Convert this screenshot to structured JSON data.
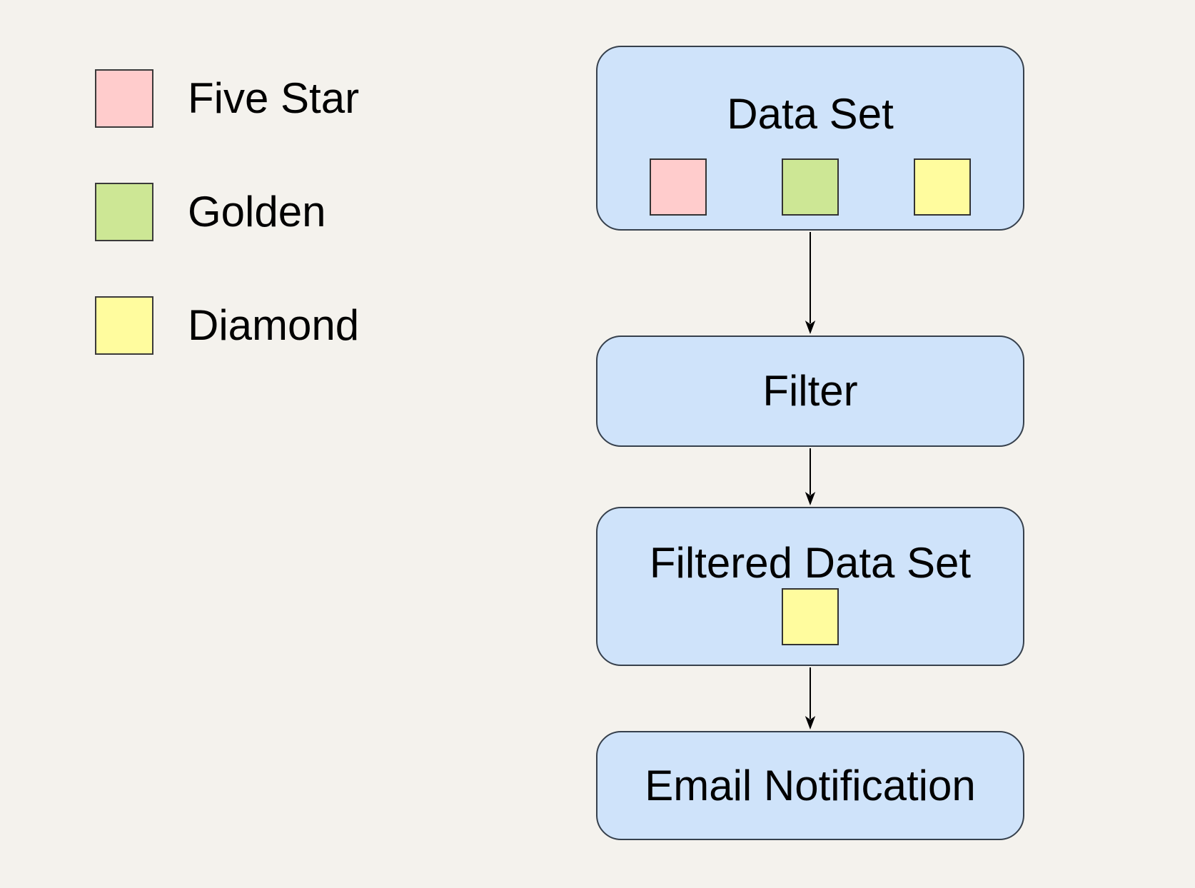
{
  "canvas": {
    "background_color": "#F4F2ED"
  },
  "legend": {
    "items": [
      {
        "label": "Five Star",
        "color": "#FFCCCC"
      },
      {
        "label": "Golden",
        "color": "#CDE795"
      },
      {
        "label": "Diamond",
        "color": "#FFFC9E"
      }
    ]
  },
  "flowchart": {
    "node_fill": "#CFE3FA",
    "node_border": "#36404C",
    "arrow_color": "#000000",
    "nodes": [
      {
        "id": "data-set",
        "label": "Data Set",
        "chips": [
          {
            "name": "five-star-chip",
            "color": "#FFCCCC"
          },
          {
            "name": "golden-chip",
            "color": "#CDE795"
          },
          {
            "name": "diamond-chip",
            "color": "#FFFC9E"
          }
        ]
      },
      {
        "id": "filter",
        "label": "Filter",
        "chips": []
      },
      {
        "id": "filtered-data-set",
        "label": "Filtered Data Set",
        "chips": [
          {
            "name": "diamond-chip",
            "color": "#FFFC9E"
          }
        ]
      },
      {
        "id": "email-notification",
        "label": "Email Notification",
        "chips": []
      }
    ],
    "edges": [
      {
        "from": "data-set",
        "to": "filter"
      },
      {
        "from": "filter",
        "to": "filtered-data-set"
      },
      {
        "from": "filtered-data-set",
        "to": "email-notification"
      }
    ]
  }
}
